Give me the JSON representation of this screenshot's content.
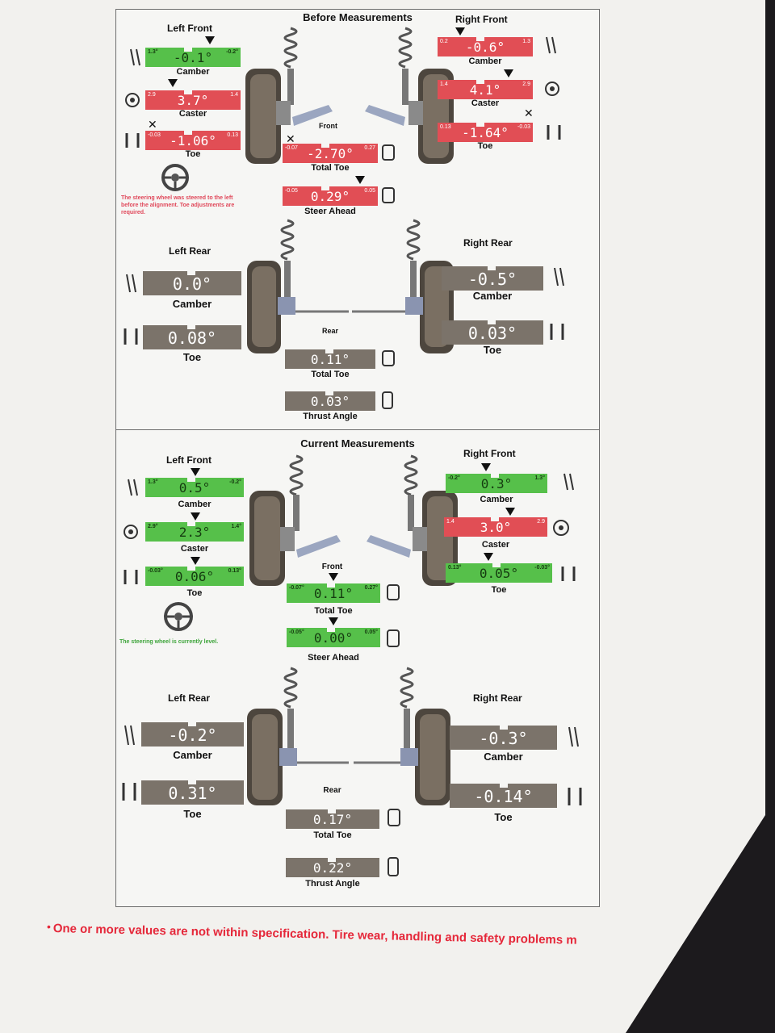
{
  "before": {
    "title": "Before Measurements",
    "x_mark": "✕",
    "front_label": "Front",
    "rear_label": "Rear",
    "steering_note": "The steering wheel was steered to the left before the alignment.  Toe adjustments are required.",
    "left_front": {
      "heading": "Left Front",
      "camber": {
        "value": "-0.1°",
        "label": "Camber",
        "lo": "1.3°",
        "hi": "-0.2°"
      },
      "caster": {
        "value": "3.7°",
        "label": "Caster",
        "lo": "2.9",
        "hi": "1.4"
      },
      "toe": {
        "value": "-1.06°",
        "label": "Toe",
        "lo": "-0.03",
        "hi": "0.13"
      }
    },
    "right_front": {
      "heading": "Right Front",
      "camber": {
        "value": "-0.6°",
        "label": "Camber",
        "lo": "0.2",
        "hi": "1.3"
      },
      "caster": {
        "value": "4.1°",
        "label": "Caster",
        "lo": "1.4",
        "hi": "2.9"
      },
      "toe": {
        "value": "-1.64°",
        "label": "Toe",
        "lo": "0.13",
        "hi": "-0.03"
      }
    },
    "front": {
      "total_toe": {
        "value": "-2.70°",
        "label": "Total Toe",
        "lo": "-0.07",
        "hi": "0.27"
      },
      "steer_ahead": {
        "value": "0.29°",
        "label": "Steer Ahead",
        "lo": "-0.05",
        "hi": "0.05"
      }
    },
    "left_rear": {
      "heading": "Left Rear",
      "camber": {
        "value": "0.0°",
        "label": "Camber"
      },
      "toe": {
        "value": "0.08°",
        "label": "Toe"
      }
    },
    "right_rear": {
      "heading": "Right Rear",
      "camber": {
        "value": "-0.5°",
        "label": "Camber"
      },
      "toe": {
        "value": "0.03°",
        "label": "Toe"
      }
    },
    "rear": {
      "total_toe": {
        "value": "0.11°",
        "label": "Total Toe"
      },
      "thrust_angle": {
        "value": "0.03°",
        "label": "Thrust Angle"
      }
    }
  },
  "current": {
    "title": "Current Measurements",
    "front_label": "Front",
    "rear_label": "Rear",
    "steering_note": "The steering wheel is currently level.",
    "left_front": {
      "heading": "Left Front",
      "camber": {
        "value": "0.5°",
        "label": "Camber",
        "lo": "1.3°",
        "hi": "-0.2°"
      },
      "caster": {
        "value": "2.3°",
        "label": "Caster",
        "lo": "2.9°",
        "hi": "1.4°"
      },
      "toe": {
        "value": "0.06°",
        "label": "Toe",
        "lo": "-0.03°",
        "hi": "0.13°"
      }
    },
    "right_front": {
      "heading": "Right Front",
      "camber": {
        "value": "0.3°",
        "label": "Camber",
        "lo": "-0.2°",
        "hi": "1.3°"
      },
      "caster": {
        "value": "3.0°",
        "label": "Caster",
        "lo": "1.4",
        "hi": "2.9"
      },
      "toe": {
        "value": "0.05°",
        "label": "Toe",
        "lo": "0.13°",
        "hi": "-0.03°"
      }
    },
    "front": {
      "total_toe": {
        "value": "0.11°",
        "label": "Total Toe",
        "lo": "-0.07°",
        "hi": "0.27°"
      },
      "steer_ahead": {
        "value": "0.00°",
        "label": "Steer Ahead",
        "lo": "-0.05°",
        "hi": "0.05°"
      }
    },
    "left_rear": {
      "heading": "Left Rear",
      "camber": {
        "value": "-0.2°",
        "label": "Camber"
      },
      "toe": {
        "value": "0.31°",
        "label": "Toe"
      }
    },
    "right_rear": {
      "heading": "Right Rear",
      "camber": {
        "value": "-0.3°",
        "label": "Camber"
      },
      "toe": {
        "value": "-0.14°",
        "label": "Toe"
      }
    },
    "rear": {
      "total_toe": {
        "value": "0.17°",
        "label": "Total Toe"
      },
      "thrust_angle": {
        "value": "0.22°",
        "label": "Thrust Angle"
      }
    }
  },
  "footer": {
    "bullet": "•",
    "warning": "One or more values are not within specification.  Tire wear, handling and safety problems m"
  },
  "colors": {
    "in_spec": "#56c04a",
    "out_of_spec": "#e14e55",
    "rear_gauge": "#7b736a",
    "warning_text": "#e5283a"
  }
}
